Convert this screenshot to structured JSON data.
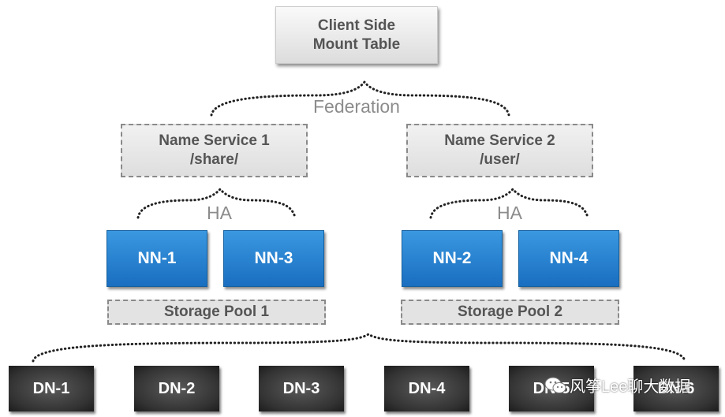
{
  "client": {
    "line1": "Client Side",
    "line2": "Mount Table"
  },
  "federation_label": "Federation",
  "name_services": [
    {
      "line1": "Name Service 1",
      "line2": "/share/",
      "ha_label": "HA",
      "nodes": [
        "NN-1",
        "NN-3"
      ],
      "pool": "Storage Pool 1"
    },
    {
      "line1": "Name Service 2",
      "line2": "/user/",
      "ha_label": "HA",
      "nodes": [
        "NN-2",
        "NN-4"
      ],
      "pool": "Storage Pool 2"
    }
  ],
  "datanodes": [
    "DN-1",
    "DN-2",
    "DN-3",
    "DN-4",
    "DN-5",
    "DN-6"
  ],
  "watermark": "风筝Lee聊大数据",
  "colors": {
    "namenode": "#1f7fd0",
    "datanode": "#3a3a3a",
    "label": "#8c8c8c"
  }
}
